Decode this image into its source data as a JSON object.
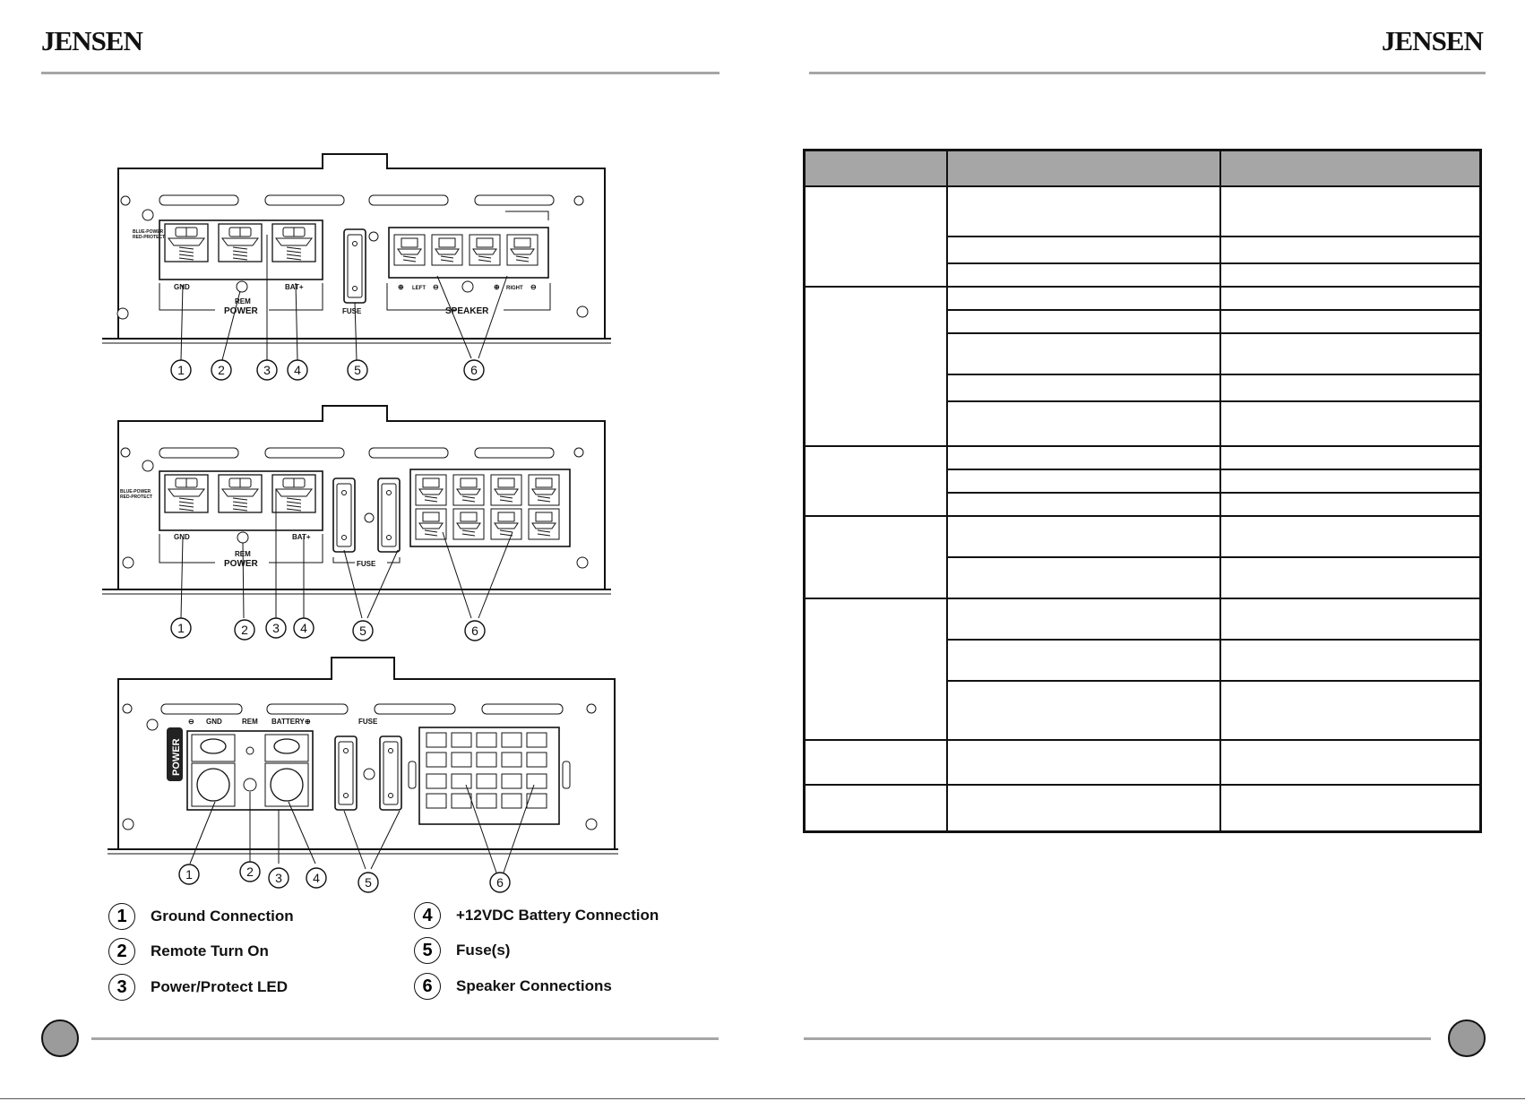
{
  "brand": "JENSEN",
  "panel1": {
    "indicator_lines": [
      "BLUE-POWER",
      "RED-PROTECT"
    ],
    "gnd": "GND",
    "rem": "REM",
    "power": "POWER",
    "bat": "BAT+",
    "fuse": "FUSE",
    "left": "LEFT",
    "right": "RIGHT",
    "speaker": "SPEAKER",
    "callouts": [
      "1",
      "2",
      "3",
      "4",
      "5",
      "6"
    ]
  },
  "panel2": {
    "indicator_lines": [
      "BLUE-POWER",
      "RED-PROTECT"
    ],
    "gnd": "GND",
    "rem": "REM",
    "power": "POWER",
    "bat": "BAT+",
    "fuse": "FUSE",
    "callouts": [
      "1",
      "2",
      "3",
      "4",
      "5",
      "6"
    ]
  },
  "panel3": {
    "gnd": "GND",
    "rem": "REM",
    "battery": "BATTERY",
    "fuse": "FUSE",
    "power": "POWER",
    "callouts": [
      "1",
      "2",
      "3",
      "4",
      "5",
      "6"
    ]
  },
  "legend": [
    {
      "num": "1",
      "label": "Ground Connection"
    },
    {
      "num": "2",
      "label": "Remote Turn On"
    },
    {
      "num": "3",
      "label": "Power/Protect LED"
    },
    {
      "num": "4",
      "label": "+12VDC Battery Connection"
    },
    {
      "num": "5",
      "label": "Fuse(s)"
    },
    {
      "num": "6",
      "label": "Speaker Connections"
    }
  ],
  "table": {
    "groups": [
      {
        "rows": [
          56,
          30,
          26
        ]
      },
      {
        "rows": [
          26,
          26,
          46,
          30,
          50
        ]
      },
      {
        "rows": [
          26,
          26,
          26
        ]
      },
      {
        "rows": [
          46,
          46
        ]
      },
      {
        "rows": [
          46,
          46,
          66
        ]
      },
      {
        "rows": [
          50
        ]
      },
      {
        "rows": [
          52
        ]
      }
    ]
  }
}
